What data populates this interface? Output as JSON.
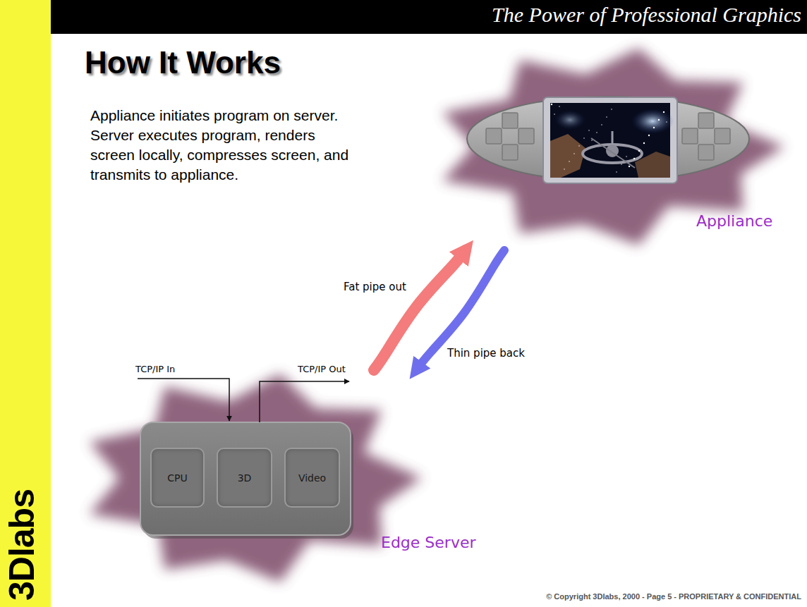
{
  "diagram": {
    "title": "How It Works",
    "nodes": [
      {
        "text": [
          "Appliance"
        ]
      },
      {
        "text": [
          "Edge Server"
        ]
      },
      {
        "text": [
          "CPU"
        ],
        "in": 1
      },
      {
        "text": [
          "3D"
        ],
        "in": 1
      },
      {
        "text": [
          "Video"
        ],
        "in": 1
      }
    ],
    "edges": [
      {
        "from": 1,
        "to": 0,
        "arrow": "to",
        "label": "Fat pipe out"
      },
      {
        "from": 0,
        "to": 1,
        "arrow": "to",
        "label": "Thin pipe back"
      }
    ],
    "labels": [
      "The Power of Professional Graphics",
      "Appliance initiates program on server. Server executes program, renders screen locally, compresses screen, and transmits to appliance.",
      "TCP/IP In",
      "TCP/IP Out",
      "© Copyright 3Dlabs, 2000 - Page 5 - PROPRIETARY & CONFIDENTIAL",
      "3Dlabs"
    ]
  }
}
